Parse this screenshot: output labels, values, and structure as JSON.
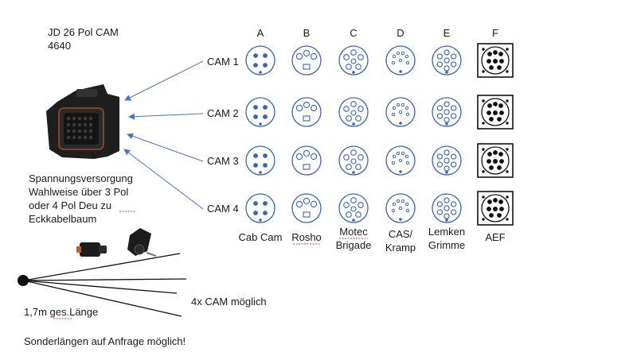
{
  "title": {
    "line1": "JD 26 Pol CAM",
    "line2": "4640"
  },
  "cams": [
    "CAM 1",
    "CAM 2",
    "CAM 3",
    "CAM 4"
  ],
  "columns": [
    {
      "letter": "A",
      "label_line1": "Cab Cam",
      "label_line2": ""
    },
    {
      "letter": "B",
      "label_line1": "Rosho",
      "label_line2": ""
    },
    {
      "letter": "C",
      "label_line1": "Motec",
      "label_line2": "Brigade"
    },
    {
      "letter": "D",
      "label_line1": "CAS/",
      "label_line2": "Kramp"
    },
    {
      "letter": "E",
      "label_line1": "Lemken",
      "label_line2": "Grimme"
    },
    {
      "letter": "F",
      "label_line1": "AEF",
      "label_line2": ""
    }
  ],
  "power_text": [
    "Spannungsversorgung",
    "Wahlweise über 3 Pol",
    "oder 4 Pol Deu zu",
    "Eckkabelbaum"
  ],
  "cable_notes": {
    "cams_possible": "4x CAM möglich",
    "total_length": "1,7m ges.Länge",
    "special_lengths": "Sonderlängen auf Anfrage möglich!"
  },
  "colors": {
    "pin": "#3a63b8",
    "arrow": "#4a72c8",
    "accent_underline": "#d23a3a"
  }
}
